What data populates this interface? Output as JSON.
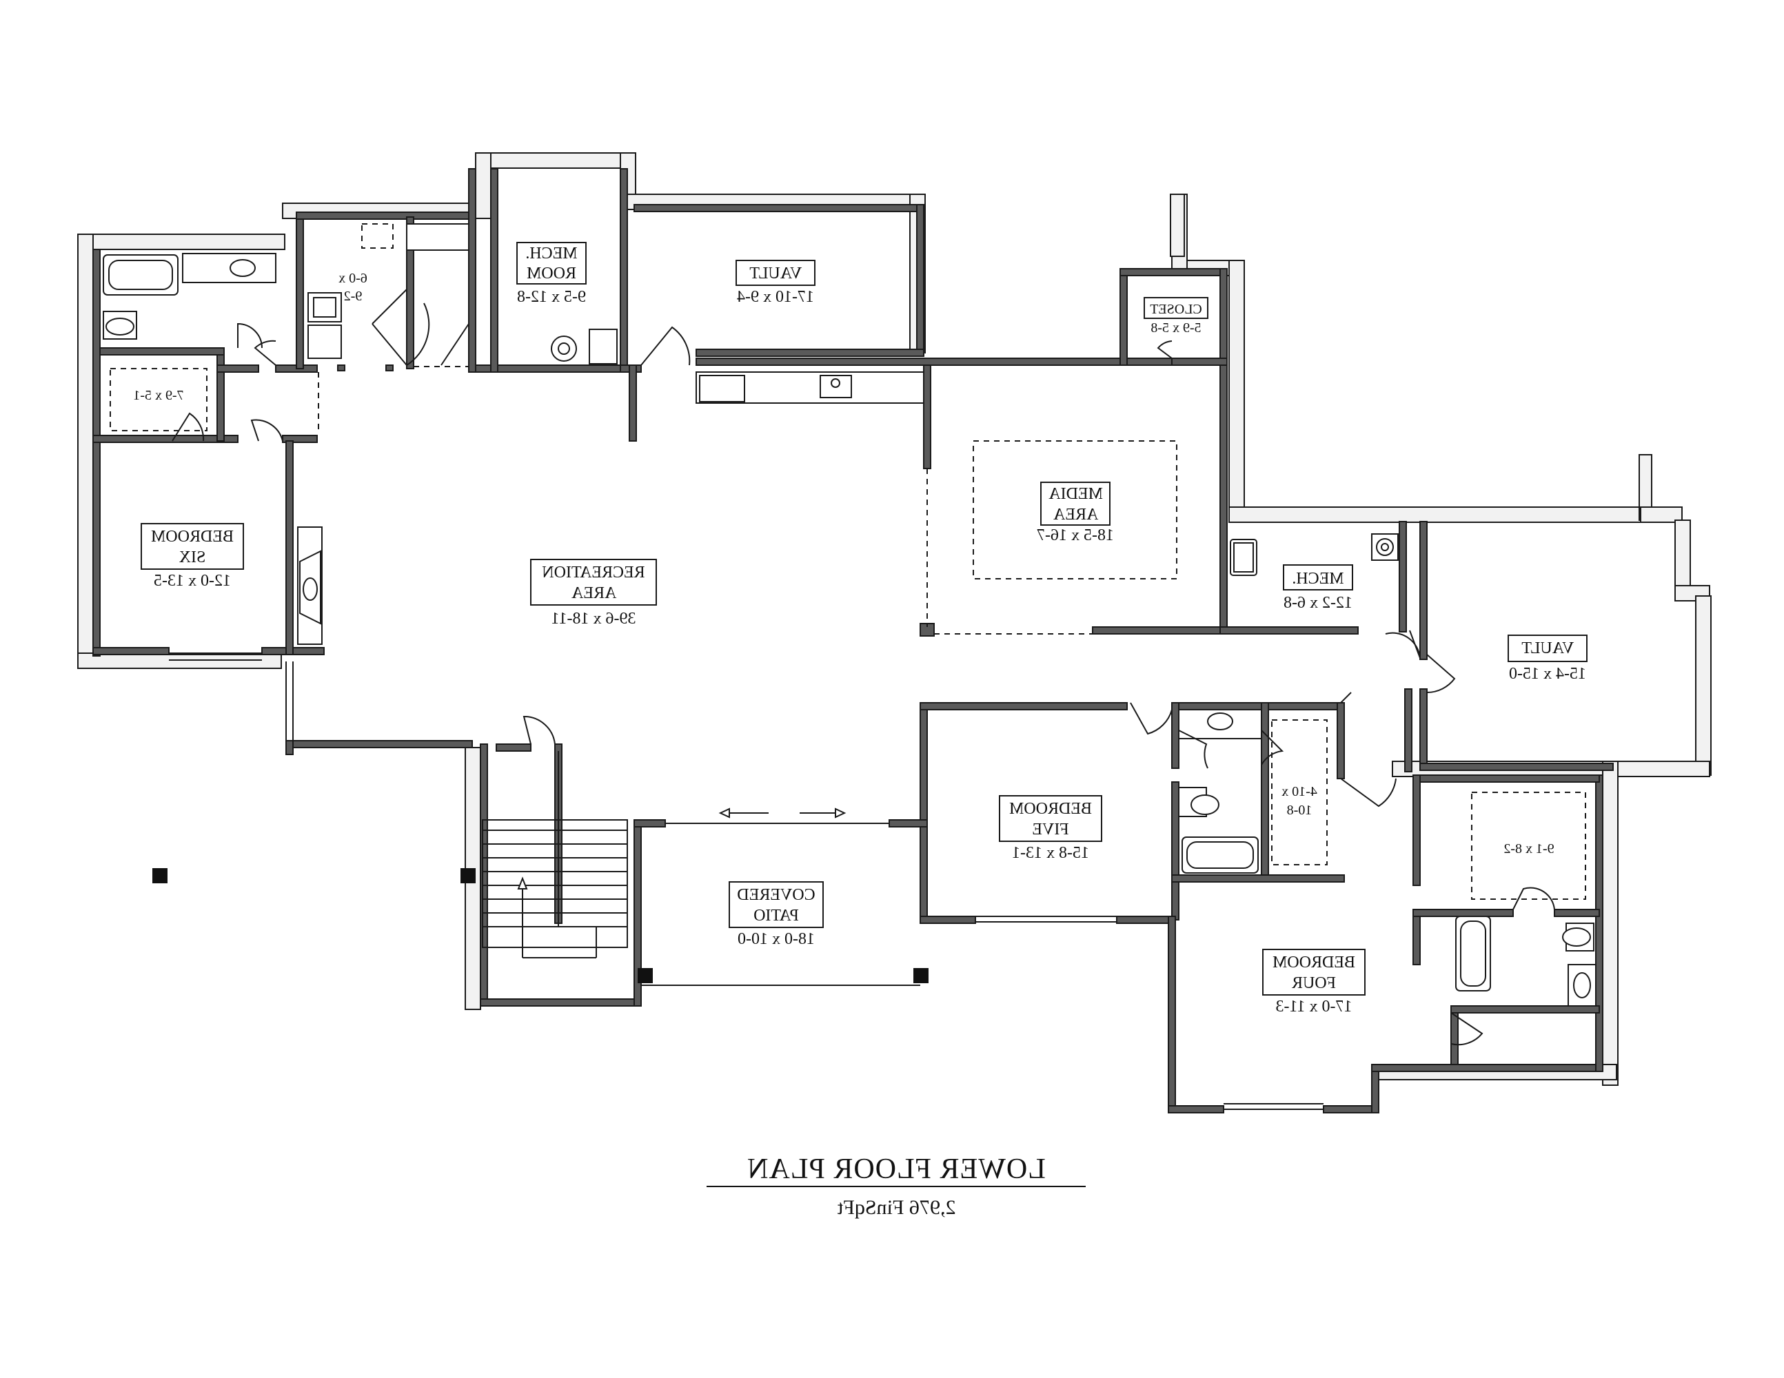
{
  "plan": {
    "title": "LOWER FLOOR PLAN",
    "subtitle": "2,976 FinSqFt",
    "mirrored_text": true,
    "colors": {
      "wall": "#5a5a5a",
      "line": "#1a1a1a",
      "background": "#ffffff"
    }
  },
  "rooms": {
    "mech_room": {
      "name_line1": "MECH.",
      "name_line2": "ROOM",
      "size": "9-5 x 12-8"
    },
    "vault_top": {
      "name_line1": "VAULT",
      "size": "17-10 x 9-4"
    },
    "closet": {
      "name_line1": "CLOSET",
      "size": "5-9 x 5-8"
    },
    "media_area": {
      "name_line1": "MEDIA",
      "name_line2": "AREA",
      "size": "18-5 x 16-7"
    },
    "mech_right": {
      "name_line1": "MECH.",
      "size": "12-2 x 6-8"
    },
    "vault_right": {
      "name_line1": "VAULT",
      "size": "15-4 x 15-0"
    },
    "recreation": {
      "name_line1": "RECREATION",
      "name_line2": "AREA",
      "size": "39-6 x 18-11"
    },
    "bedroom_six": {
      "name_line1": "BEDROOM",
      "name_line2": "SIX",
      "size": "12-0 x 13-5"
    },
    "bedroom_five": {
      "name_line1": "BEDROOM",
      "name_line2": "FIVE",
      "size": "15-8 x 13-1"
    },
    "bedroom_four": {
      "name_line1": "BEDROOM",
      "name_line2": "FOUR",
      "size": "17-0 x 11-3"
    },
    "covered_patio": {
      "name_line1": "COVERED",
      "name_line2": "PATIO",
      "size": "18-0 x 10-0"
    },
    "closet_small_left": {
      "size": "7-9 x 5-1"
    },
    "bath_small_top": {
      "size_line1": "6-0 x",
      "size_line2": "9-2"
    },
    "closet_b5": {
      "size_line1": "4-10 x",
      "size_line2": "10-8"
    },
    "closet_b4": {
      "size": "9-1 x 8-2"
    }
  }
}
